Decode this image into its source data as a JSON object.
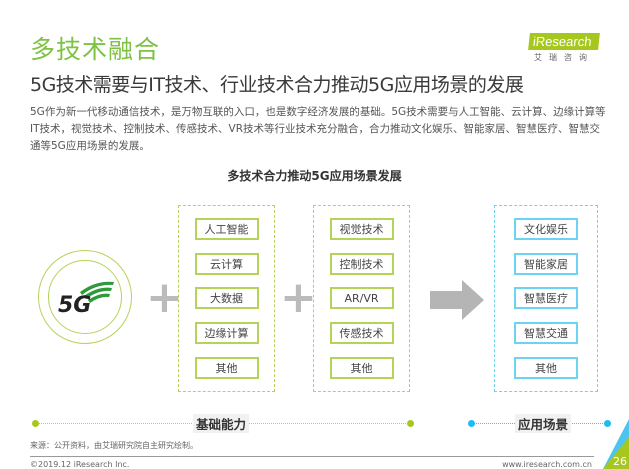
{
  "header": {
    "title": "多技术融合",
    "subtitle": "5G技术需要与IT技术、行业技术合力推动5G应用场景的发展",
    "paragraph": "5G作为新一代移动通信技术，是万物互联的入口，也是数字经济发展的基础。5G技术需要与人工智能、云计算、边缘计算等IT技术，视觉技术、控制技术、传感技术、VR技术等行业技术充分融合，合力推动文化娱乐、智能家居、智慧医疗、智慧交通等5G应用场景的发展。"
  },
  "logo": {
    "brand": "iResearch",
    "cn": "艾瑞咨询"
  },
  "diagram": {
    "title": "多技术合力推动5G应用场景发展",
    "center_label": "5G",
    "it_tech": [
      "人工智能",
      "云计算",
      "大数据",
      "边缘计算",
      "其他"
    ],
    "industry_tech": [
      "视觉技术",
      "控制技术",
      "AR/VR",
      "传感技术",
      "其他"
    ],
    "applications": [
      "文化娱乐",
      "智能家居",
      "智慧医疗",
      "智慧交通",
      "其他"
    ],
    "base_label": "基础能力",
    "app_label": "应用场景",
    "colors": {
      "green": "#b5d35a",
      "blue": "#6dd3f0"
    }
  },
  "footer": {
    "source": "来源：公开资料，由艾瑞研究院自主研究绘制。",
    "copyright": "©2019.12 iResearch Inc.",
    "site": "www.iresearch.com.cn",
    "page": "26"
  }
}
